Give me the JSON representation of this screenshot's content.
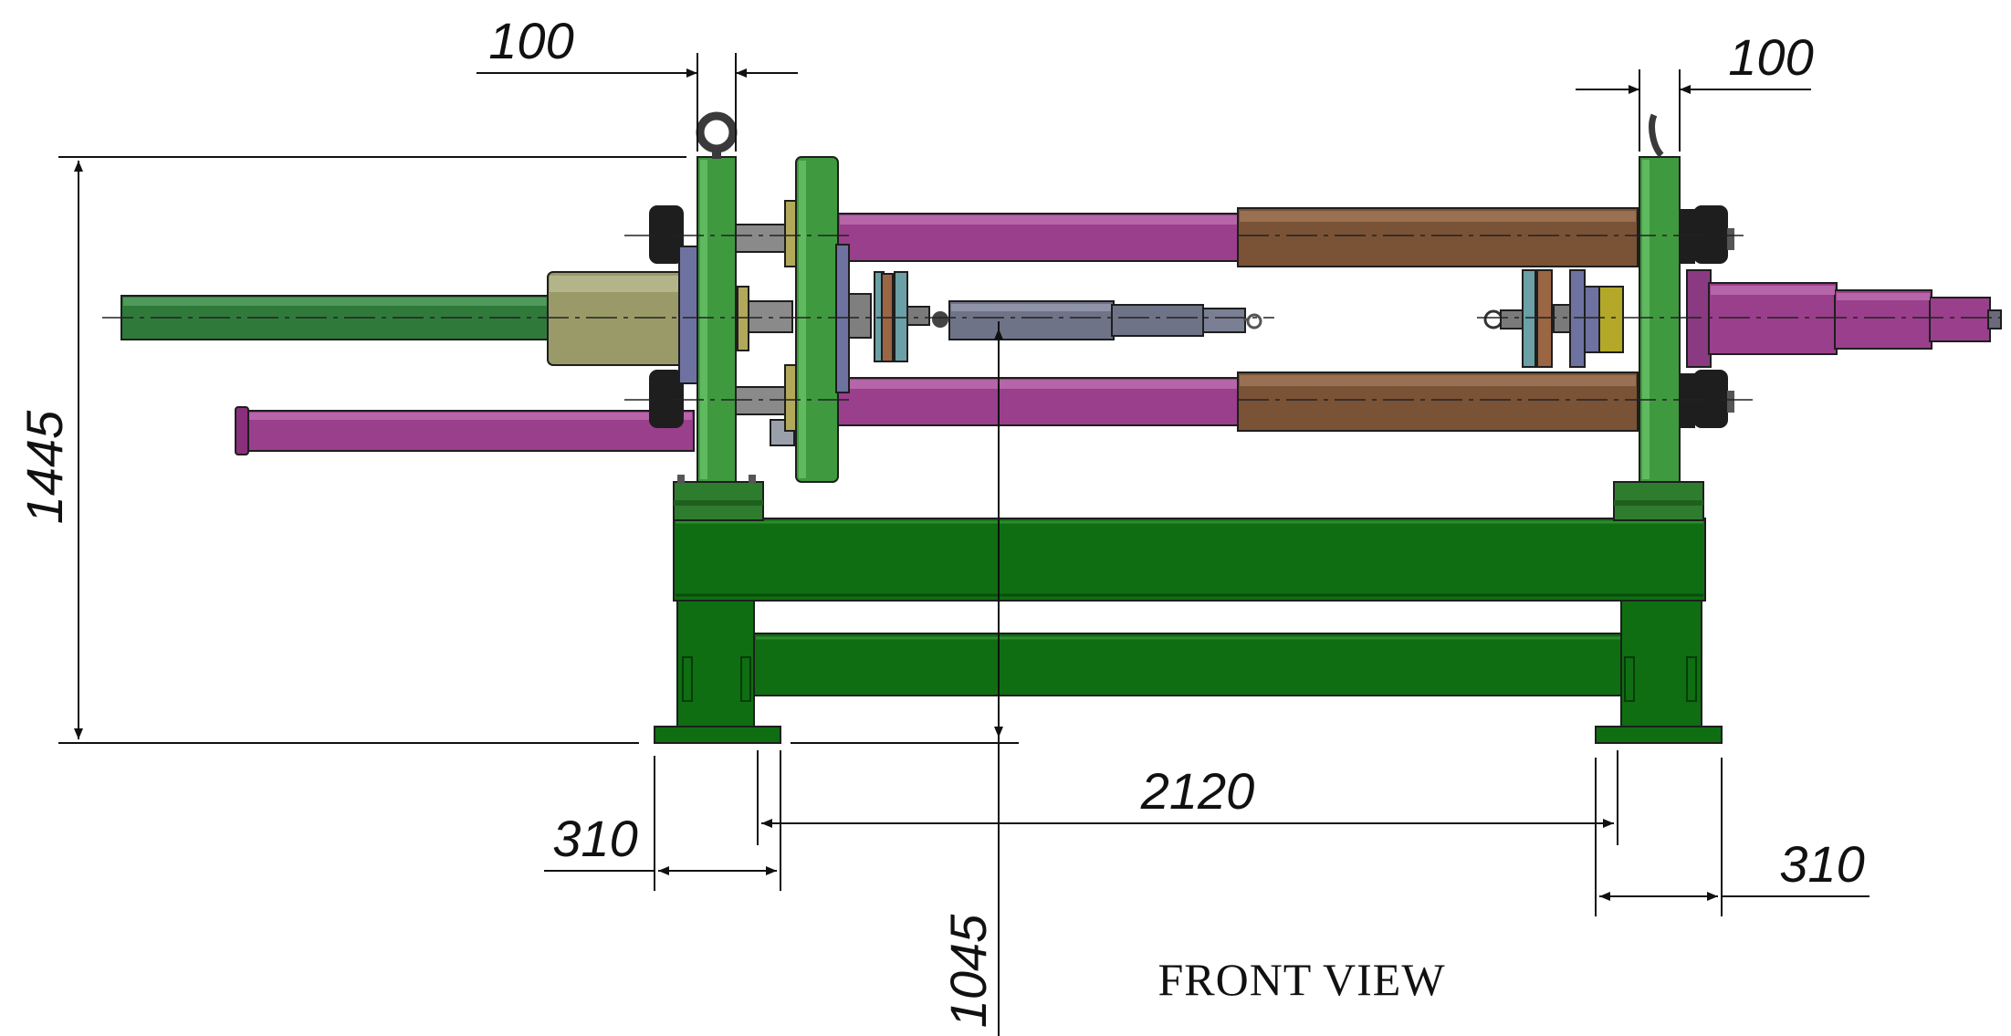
{
  "view_title": "FRONT VIEW",
  "dimensions": {
    "overall_height": "1445",
    "center_height": "1045",
    "span_between_legs": "2120",
    "left_foot_width": "310",
    "right_foot_width": "310",
    "left_upright_width": "100",
    "right_upright_width": "100"
  },
  "colors": {
    "frame_green": "#0f6e12",
    "upright_green": "#3f9a3f",
    "shaft_magenta": "#9a3f8c",
    "sleeve_brown": "#7a5236",
    "khaki_sleeve": "#9a9a68",
    "cylinder_slate": "#6e7387"
  }
}
